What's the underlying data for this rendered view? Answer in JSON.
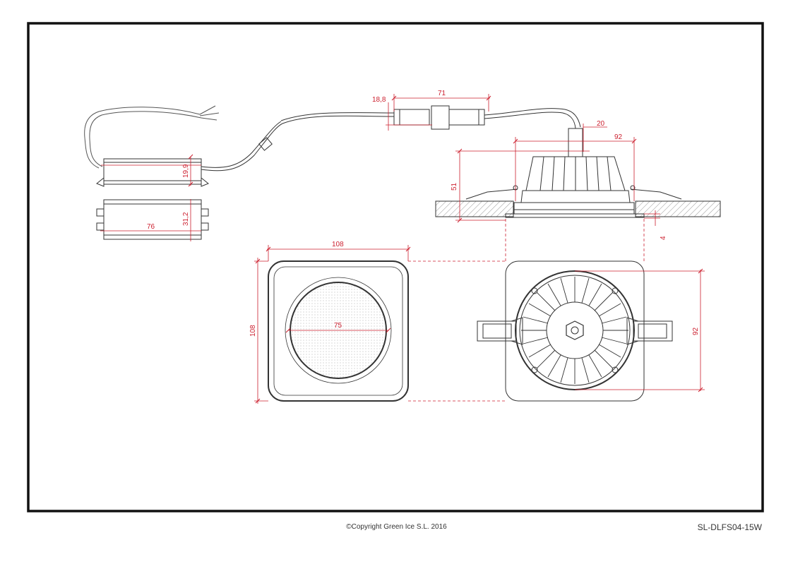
{
  "drawing": {
    "copyright": "©Copyright Green Ice S.L. 2016",
    "product_code": "SL-DLFS04-15W",
    "colors": {
      "outline": "#333333",
      "frame": "#111111",
      "dimension": "#cc1f2e",
      "hatch": "#777777"
    }
  },
  "dimensions": {
    "connector_small": "18,8",
    "connector_length": "71",
    "driver_height": "19,9",
    "driver_width": "31,2",
    "driver_length": "76",
    "neck_width": "20",
    "body_width": "92",
    "body_height": "51",
    "trim_depth": "4",
    "front_width": "108",
    "front_height": "108",
    "lens_diameter": "75",
    "back_diameter": "92"
  }
}
